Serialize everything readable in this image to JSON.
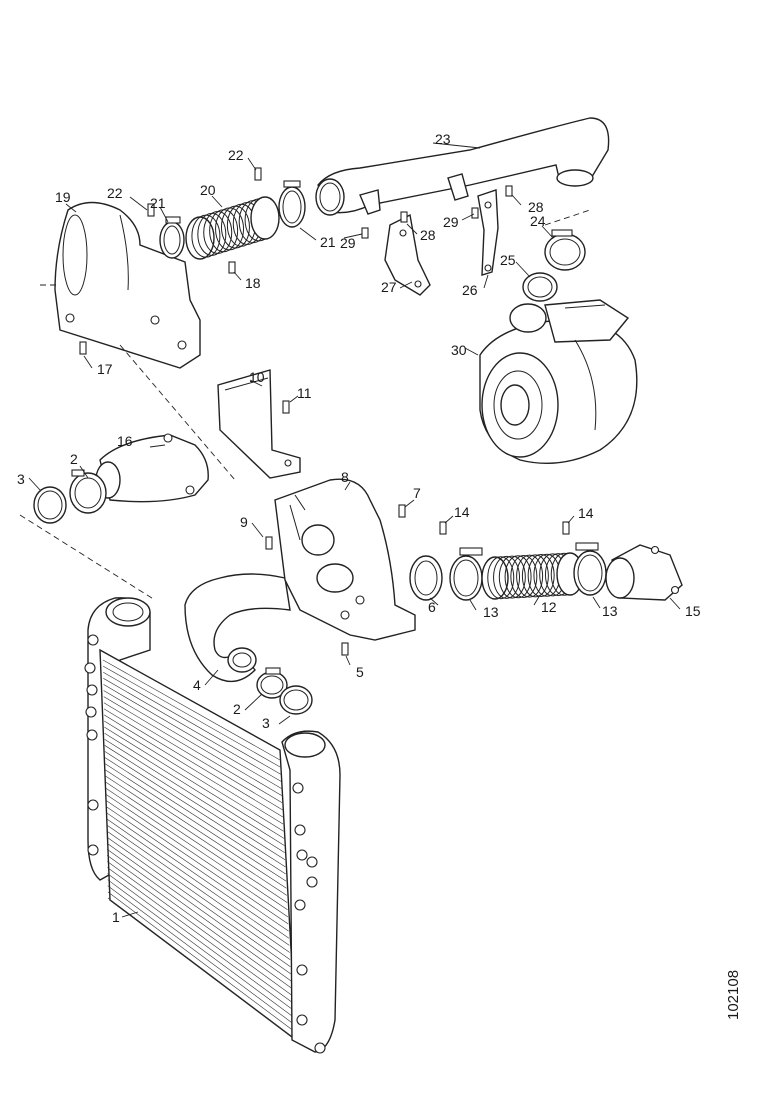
{
  "callouts": {
    "c1": "1",
    "c2a": "2",
    "c2b": "2",
    "c3a": "3",
    "c3b": "3",
    "c4": "4",
    "c5": "5",
    "c6": "6",
    "c7": "7",
    "c8": "8",
    "c9": "9",
    "c10": "10",
    "c11": "11",
    "c12": "12",
    "c13a": "13",
    "c13b": "13",
    "c14a": "14",
    "c14b": "14",
    "c15": "15",
    "c16": "16",
    "c17": "17",
    "c18": "18",
    "c19": "19",
    "c20": "20",
    "c21a": "21",
    "c21b": "21",
    "c22a": "22",
    "c22b": "22",
    "c23": "23",
    "c24": "24",
    "c25": "25",
    "c26": "26",
    "c27": "27",
    "c28a": "28",
    "c28b": "28",
    "c29a": "29",
    "c29b": "29",
    "c30": "30"
  },
  "reference_number": "102108"
}
